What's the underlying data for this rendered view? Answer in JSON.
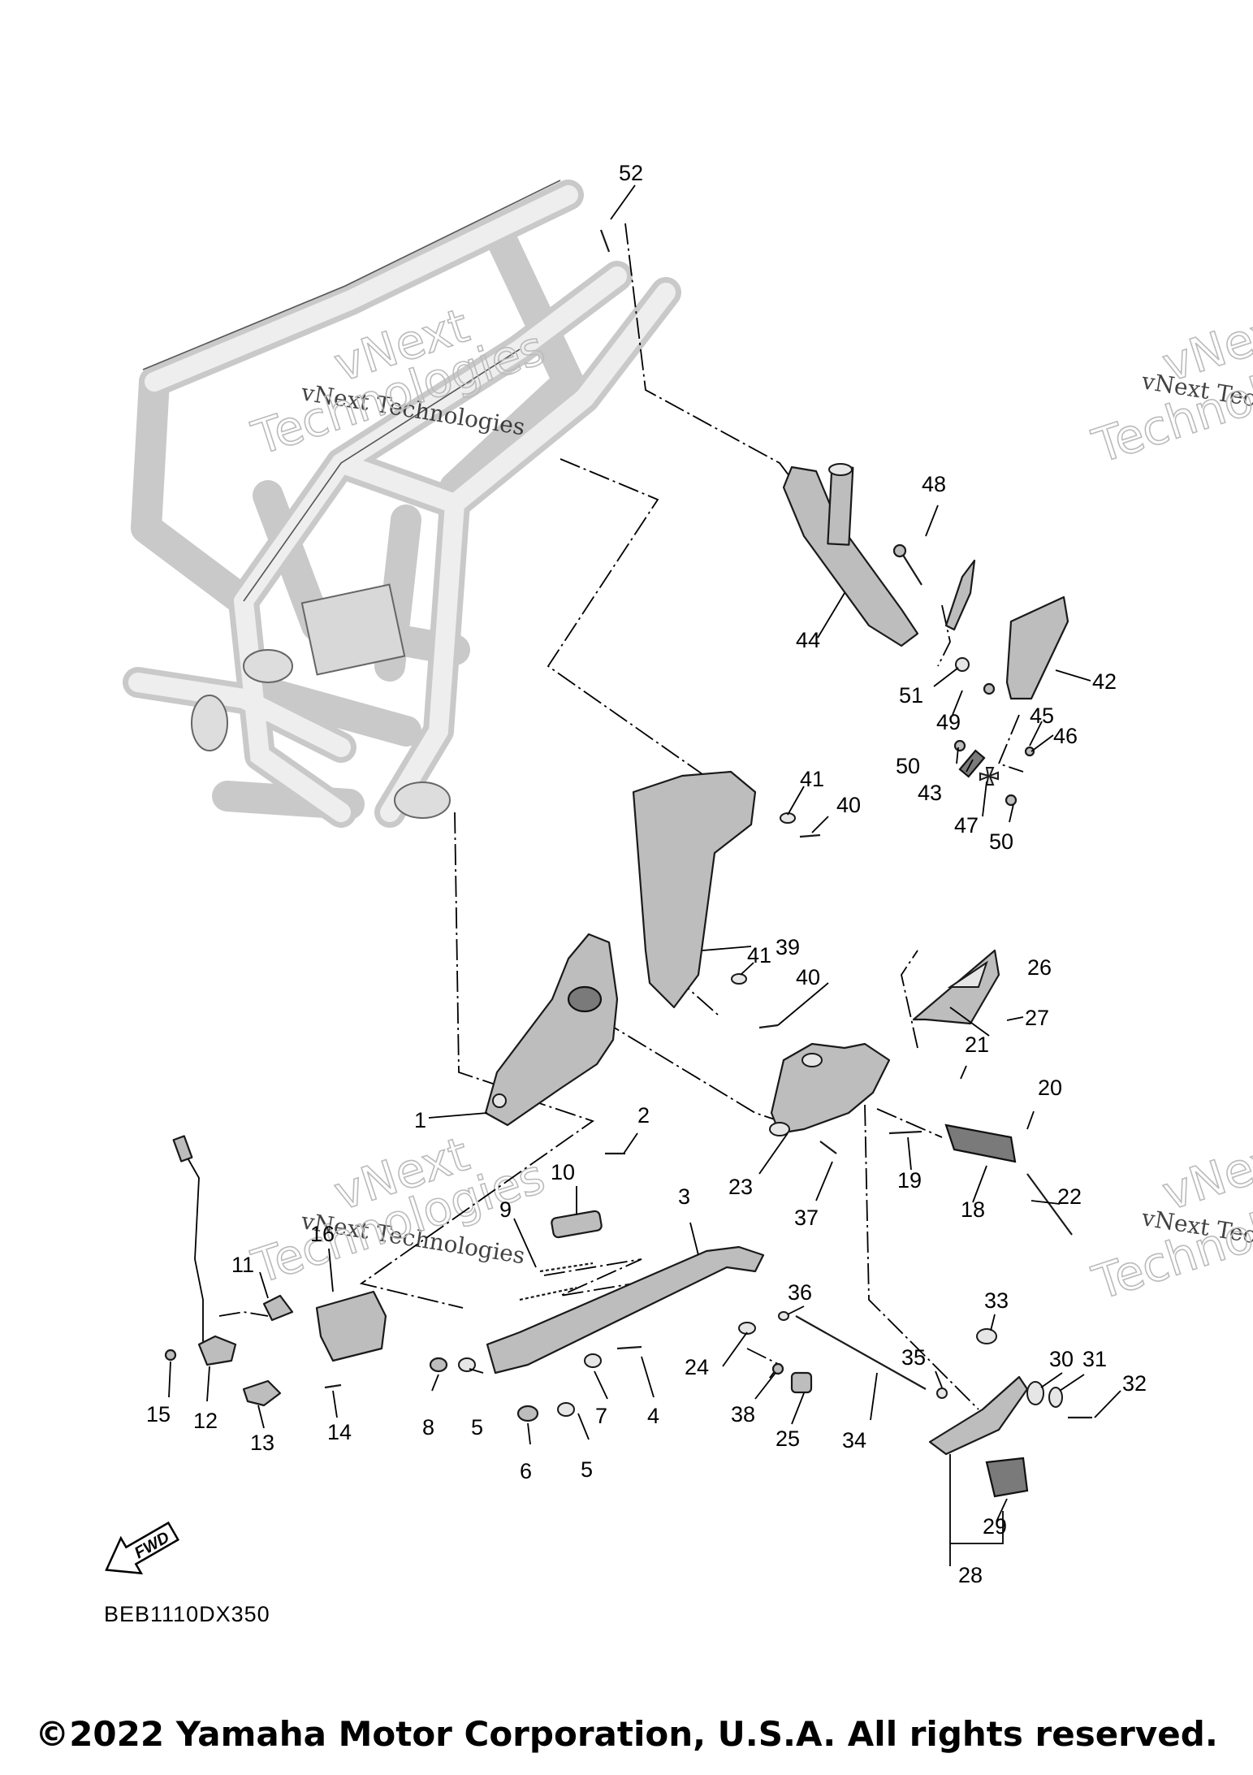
{
  "diagram": {
    "diagram_code": "BEB1110DX350",
    "copyright": "©2022 Yamaha Motor Corporation, U.S.A. All rights reserved.",
    "direction_indicator": "FWD",
    "watermark": {
      "line1": "vNext Technologies",
      "line2": "vNext",
      "line3": "Technologies"
    },
    "part_numbers": [
      "1",
      "2",
      "3",
      "4",
      "5",
      "5",
      "6",
      "7",
      "8",
      "9",
      "10",
      "11",
      "12",
      "13",
      "14",
      "15",
      "16",
      "18",
      "19",
      "20",
      "21",
      "22",
      "23",
      "24",
      "25",
      "26",
      "27",
      "28",
      "29",
      "30",
      "31",
      "32",
      "33",
      "34",
      "35",
      "36",
      "37",
      "38",
      "39",
      "40",
      "40",
      "41",
      "41",
      "42",
      "43",
      "44",
      "45",
      "46",
      "47",
      "48",
      "49",
      "50",
      "50",
      "51",
      "52"
    ]
  }
}
